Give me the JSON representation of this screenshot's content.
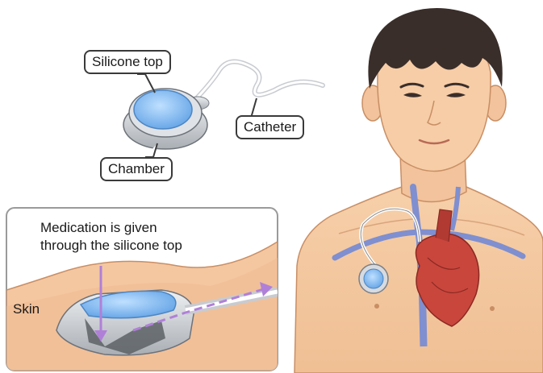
{
  "labels": {
    "silicone_top": "Silicone top",
    "catheter": "Catheter",
    "chamber": "Chamber",
    "medication_line1": "Medication is given",
    "medication_line2": "through the silicone top",
    "skin": "Skin"
  },
  "colors": {
    "skin_tone": "#f4c7a1",
    "port_blue": "#7ab8f0",
    "metal": "#c9cdd2",
    "vein": "#7f8fd0",
    "heart": "#c9463d",
    "hair": "#3a2e2a",
    "inset_border": "#9a9a9a",
    "arrow_purple": "#b080d8"
  }
}
